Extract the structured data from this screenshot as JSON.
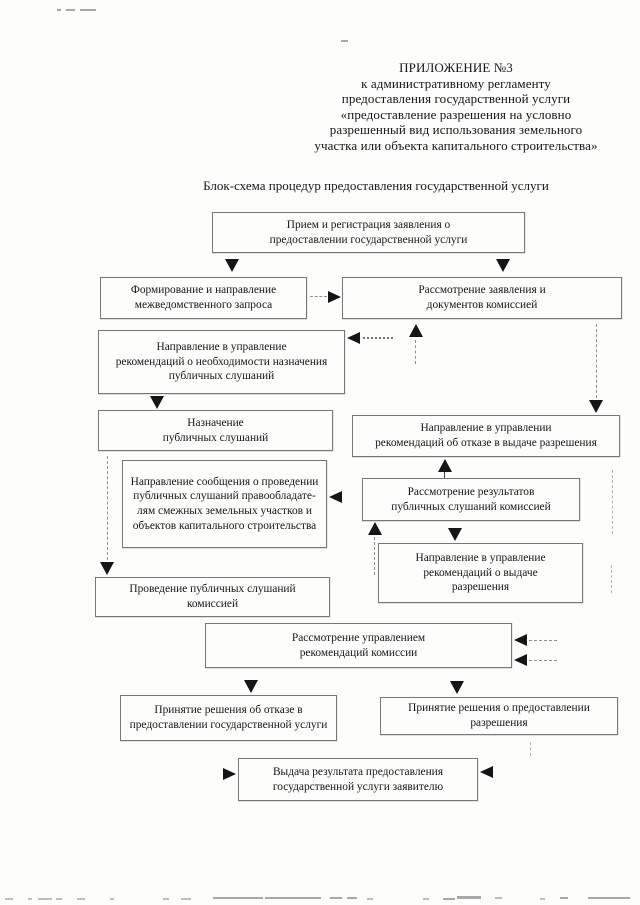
{
  "document": {
    "header": {
      "lines": [
        "ПРИЛОЖЕНИЕ №3",
        "к административному регламенту",
        "предоставления государственной услуги",
        "«предоставление разрешения на условно",
        "разрешенный вид использования земельного",
        "участка или объекта капитального строительства»"
      ]
    },
    "subtitle": "Блок-схема процедур предоставления государственной услуги"
  },
  "flowchart": {
    "boxes": [
      {
        "id": "application-reception",
        "label": "Прием и регистрация заявления о\nпредоставлении государственной услуги"
      },
      {
        "id": "interagency-request",
        "label": "Формирование и направление\nмежведомственного запроса"
      },
      {
        "id": "commission-review",
        "label": "Рассмотрение заявления и\nдокументов комиссией"
      },
      {
        "id": "hearing-need-recommendation",
        "label": "Направление в управление\nрекомендаций о необходимости назначения\nпубличных слушаний"
      },
      {
        "id": "hearing-appointment",
        "label": "Назначение\nпубличных слушаний"
      },
      {
        "id": "refusal-recommendation",
        "label": "Направление в управлении\nрекомендаций об отказе в выдаче разрешения"
      },
      {
        "id": "hearing-notification",
        "label": "Направление сообщения о проведении\nпубличных слушаний правообладате-\nлям смежных земельных участков и\nобъектов капитального строительства"
      },
      {
        "id": "hearing-results-review",
        "label": "Рассмотрение результатов\nпубличных слушаний комиссией"
      },
      {
        "id": "issue-recommendation",
        "label": "Направление в управление\nрекомендаций о выдаче\nразрешения"
      },
      {
        "id": "hearing-conduct",
        "label": "Проведение публичных слушаний\nкомиссией"
      },
      {
        "id": "department-review",
        "label": "Рассмотрение управлением\nрекомендаций комиссии"
      },
      {
        "id": "refusal-decision",
        "label": "Принятие решения об отказе в\nпредоставлении государственной услуги"
      },
      {
        "id": "grant-decision",
        "label": "Принятие решения о предоставлении\nразрешения"
      },
      {
        "id": "result-delivery",
        "label": "Выдача результата предоставления\nгосударственной услуги заявителю"
      }
    ]
  },
  "colors": {
    "ink": "#161616",
    "box_border": "#787878",
    "arrow": "#151515",
    "page_background": "#fdfdfc"
  }
}
